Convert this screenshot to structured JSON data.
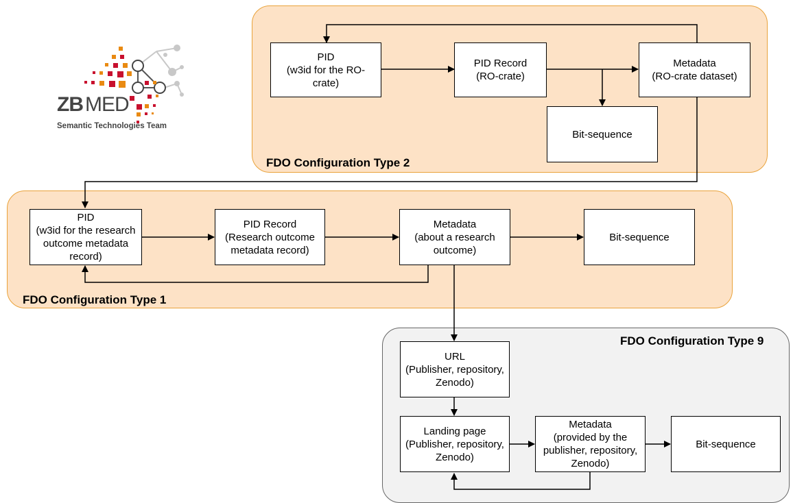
{
  "logo": {
    "brand_zb": "ZB",
    "brand_med": "MED",
    "subtitle": "Semantic Technologies Team",
    "colors": {
      "red": "#c8102e",
      "orange": "#e98a12",
      "grey": "#b0b0b0",
      "dark": "#444444"
    }
  },
  "groups": {
    "type2": {
      "title": "FDO Configuration Type 2"
    },
    "type1": {
      "title": "FDO Configuration Type 1"
    },
    "type9": {
      "title": "FDO Configuration Type 9"
    }
  },
  "nodes": {
    "t2_pid": "PID\n(w3id for the RO-\ncrate)",
    "t2_pid_record": "PID Record\n(RO-crate)",
    "t2_metadata": "Metadata\n(RO-crate dataset)",
    "t2_bitseq": "Bit-sequence",
    "t1_pid": "PID\n(w3id for the research\noutcome metadata\nrecord)",
    "t1_pid_record": "PID Record\n(Research outcome\nmetadata record)",
    "t1_metadata": "Metadata\n(about a research\noutcome)",
    "t1_bitseq": "Bit-sequence",
    "t9_url": "URL\n(Publisher, repository,\nZenodo)",
    "t9_landing": "Landing page\n(Publisher, repository,\nZenodo)",
    "t9_metadata": "Metadata\n(provided by the\npublisher, repository,\nZenodo)",
    "t9_bitseq": "Bit-sequence"
  },
  "colors": {
    "orange_fill": "#fde2c6",
    "orange_border": "#e9a23a",
    "grey_fill": "#f2f2f2",
    "grey_border": "#666666"
  }
}
